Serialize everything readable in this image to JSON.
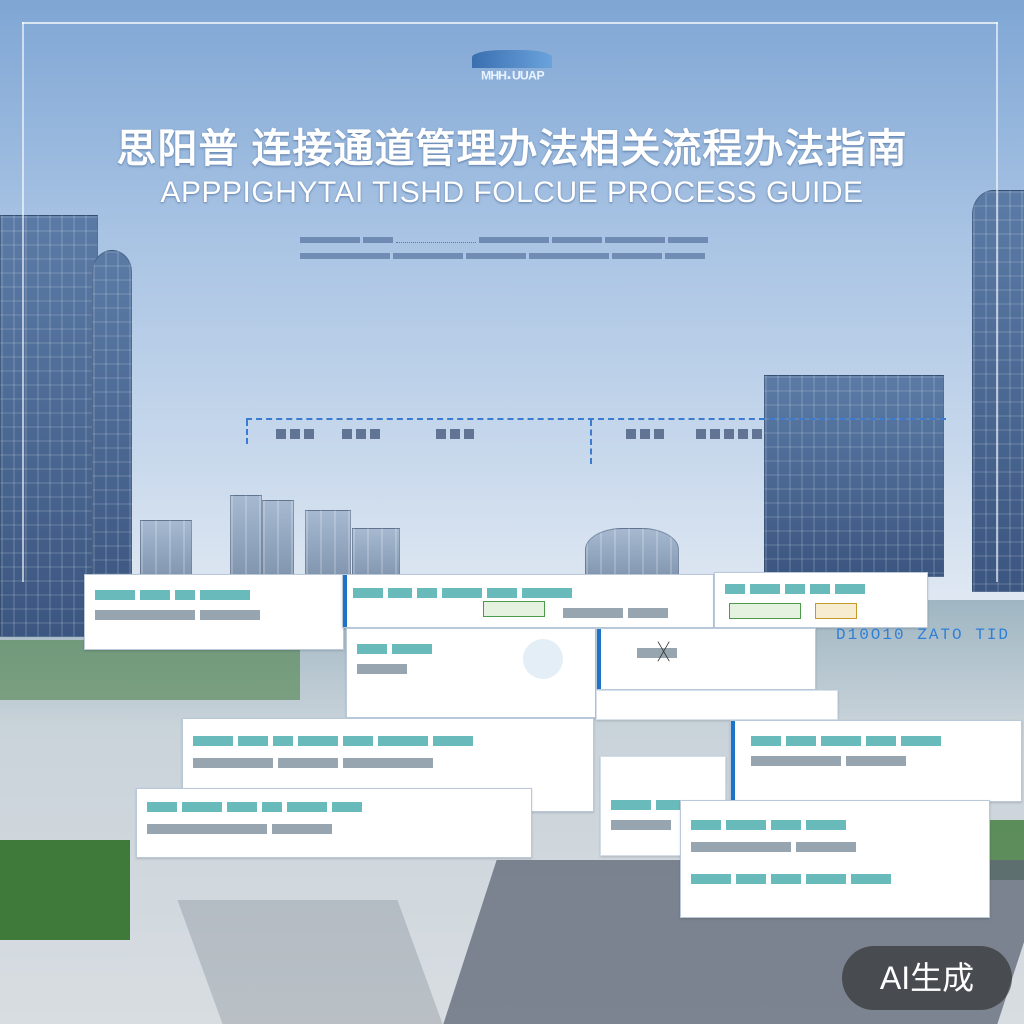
{
  "logo": {
    "text": "ᴹᴴᴴ·ᵁᵁᴬᴾ"
  },
  "title": {
    "cn": "思阳普 连接通道管理办法相关流程办法指南",
    "en": "APPPIGHYTAI TISHD FOLCUE PROCESS GUIDE"
  },
  "sidebar_code": "D10O10 ZATO TID",
  "badge": {
    "label": "AI生成"
  },
  "colors": {
    "accent": "#1f73c7",
    "dashed": "#3b7bd0",
    "badge_bg": "#282828"
  }
}
